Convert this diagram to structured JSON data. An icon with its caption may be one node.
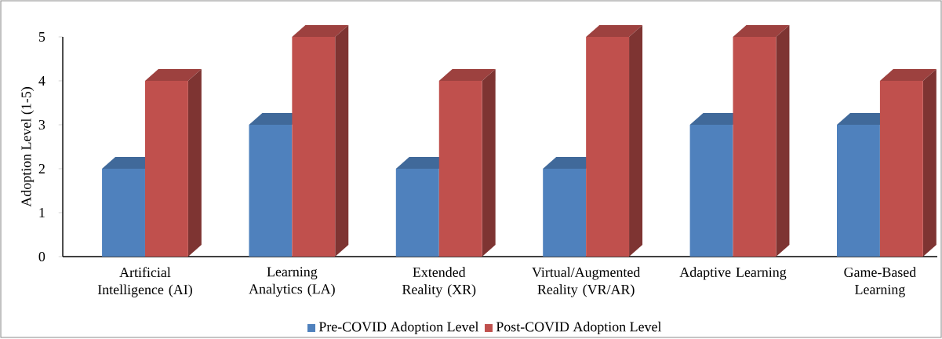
{
  "diagram": {
    "chart_data": {
      "type": "bar",
      "ylabel": "Adoption Level (1-5)",
      "categories": [
        "Artificial Intelligence (AI)",
        "Learning Analytics (LA)",
        "Extended Reality (XR)",
        "Virtual/Augmented Reality (VR/AR)",
        "Adaptive Learning",
        "Game-Based Learning"
      ],
      "series": [
        {
          "name": "Pre-COVID Adoption Level",
          "color": "#4f81bd",
          "values": [
            2,
            3,
            2,
            2,
            3,
            3
          ]
        },
        {
          "name": "Post-COVID Adoption Level",
          "color": "#c0504d",
          "values": [
            4,
            5,
            4,
            5,
            5,
            4
          ]
        }
      ],
      "legend": "bottom",
      "ylim": [
        0,
        5
      ],
      "yticks": [
        0,
        1,
        2,
        3,
        4,
        5
      ]
    }
  }
}
